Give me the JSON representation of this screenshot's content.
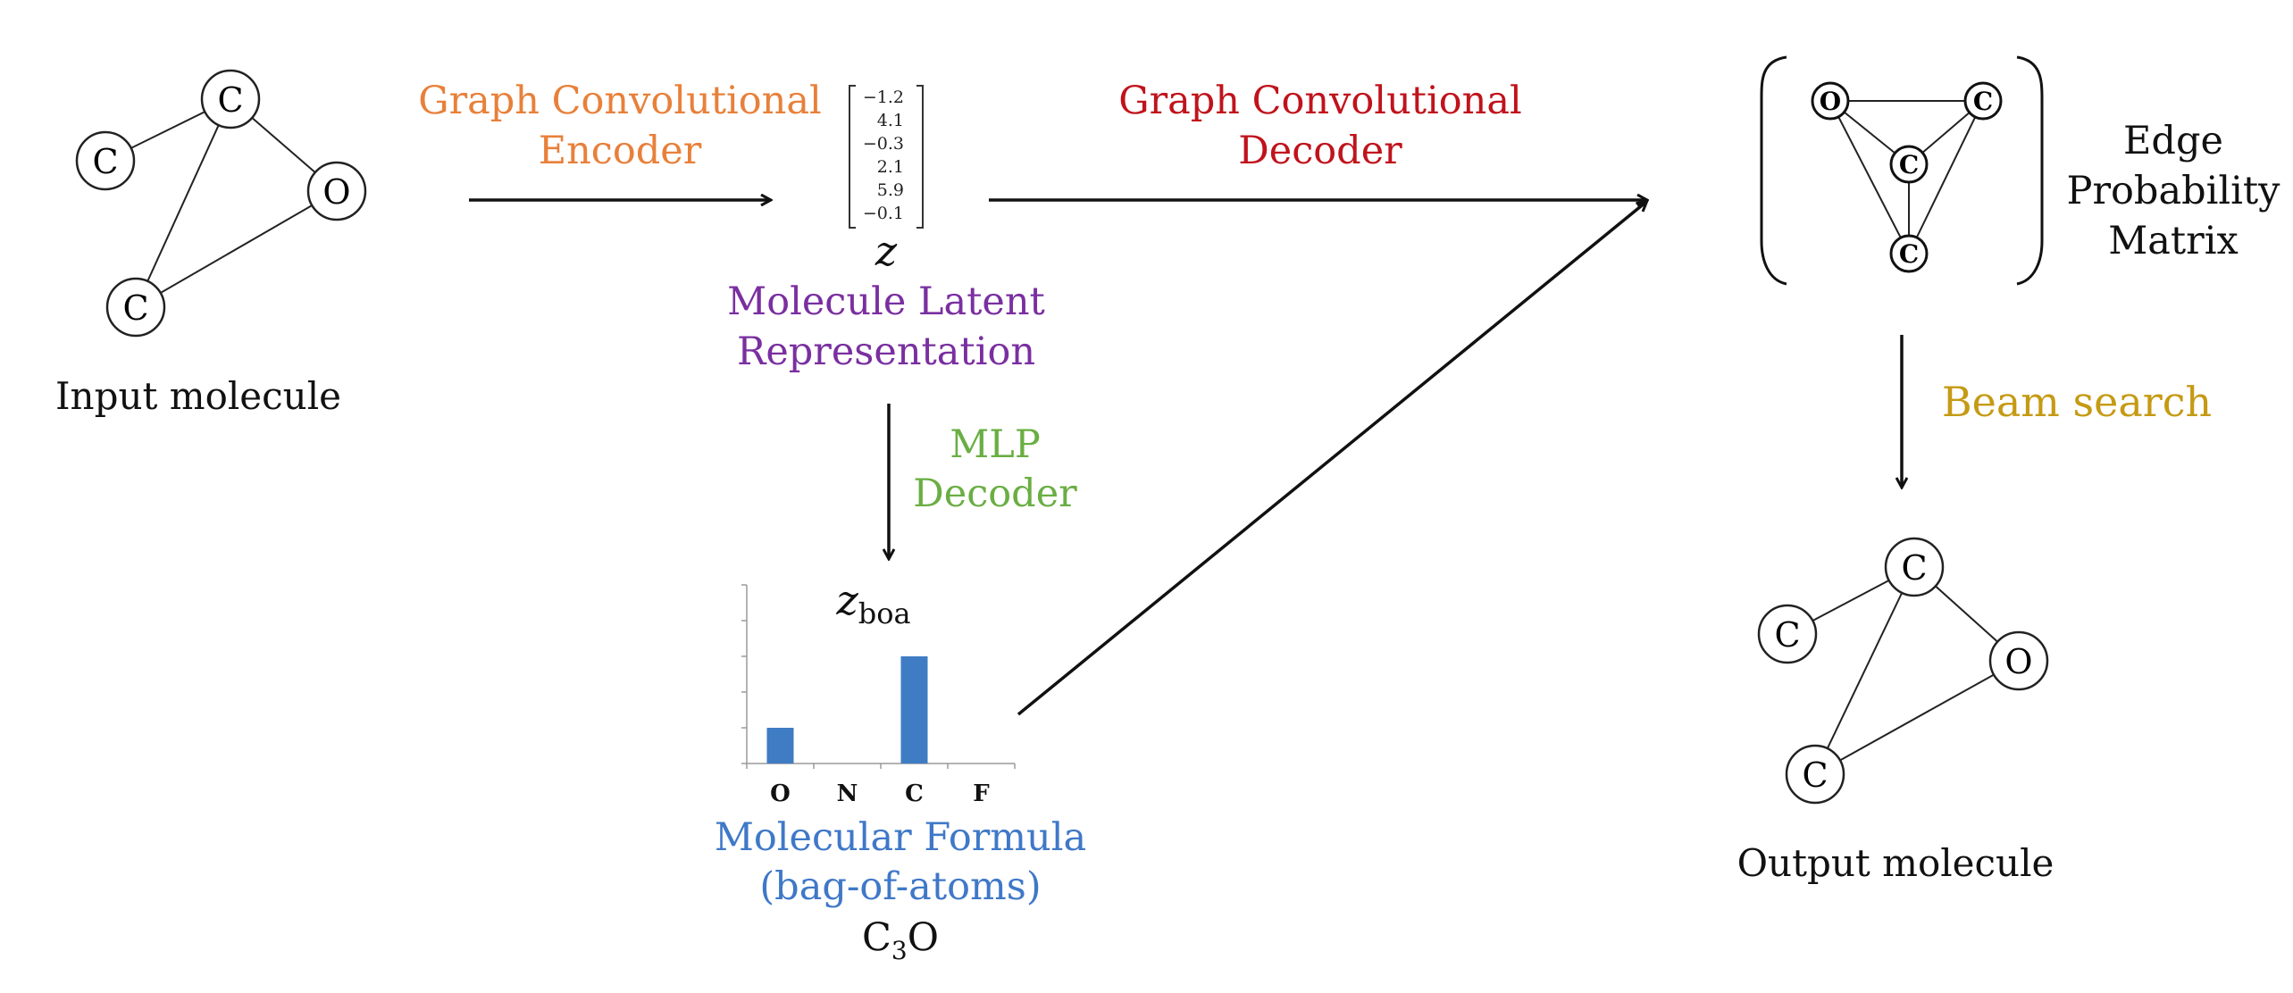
{
  "input_molecule": {
    "label": "Input molecule",
    "atoms": [
      "C",
      "C",
      "O",
      "C"
    ]
  },
  "encoder": {
    "line1": "Graph Convolutional",
    "line2": "Encoder"
  },
  "latent": {
    "vector": [
      "−1.2",
      "4.1",
      "−0.3",
      "2.1",
      "5.9",
      "−0.1"
    ],
    "symbol": "z",
    "line1": "Molecule Latent",
    "line2": "Representation"
  },
  "graph_decoder": {
    "line1": "Graph Convolutional",
    "line2": "Decoder"
  },
  "mlp_decoder": {
    "line1": "MLP",
    "line2": "Decoder"
  },
  "edge_matrix": {
    "line1": "Edge",
    "line2": "Probability",
    "line3": "Matrix",
    "atoms": [
      "O",
      "C",
      "C",
      "C"
    ]
  },
  "beam_search": {
    "label": "Beam search"
  },
  "output_molecule": {
    "label": "Output molecule",
    "atoms": [
      "C",
      "C",
      "O",
      "C"
    ]
  },
  "bag_of_atoms": {
    "symbol_main": "z",
    "symbol_sub": "boa",
    "line1": "Molecular Formula",
    "line2": "(bag-of-atoms)",
    "formula_main": "C",
    "formula_sub": "3",
    "formula_tail": "O"
  },
  "chart_data": {
    "type": "bar",
    "categories": [
      "O",
      "N",
      "C",
      "F"
    ],
    "values": [
      1,
      0,
      3,
      0
    ],
    "ylim": [
      0,
      5
    ],
    "color": "#3f7cc4",
    "title": "",
    "xlabel": "",
    "ylabel": ""
  }
}
